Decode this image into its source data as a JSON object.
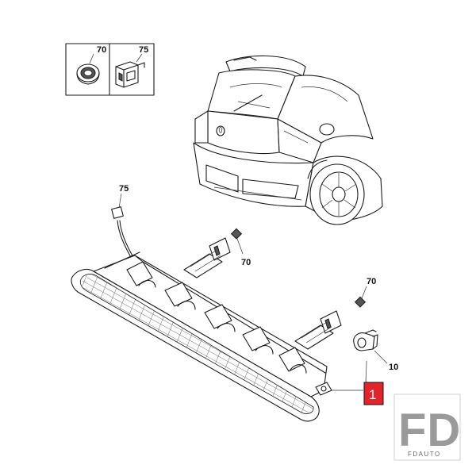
{
  "callouts": {
    "inset_left": "70",
    "inset_right": "75",
    "connector_top": "75",
    "bulb_upper": "70",
    "bulb_right": "70",
    "clip": "10",
    "main_part": "1"
  },
  "colors": {
    "highlight": "#e3232a",
    "line": "#1a1a1a",
    "watermark": "#9a9a9a"
  },
  "watermark": {
    "logo": "FD",
    "subtitle": "FDAUTO"
  }
}
